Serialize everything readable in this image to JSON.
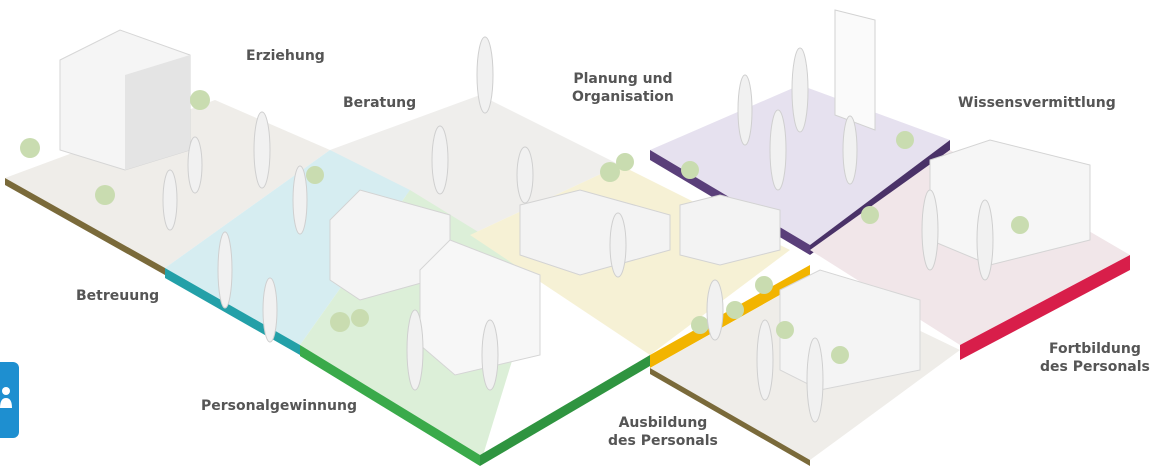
{
  "labels": {
    "erziehung": "Erziehung",
    "beratung": "Beratung",
    "planung": "Planung und\nOrganisation",
    "wissensvermittlung": "Wissensvermittlung",
    "betreuung": "Betreuung",
    "personalgewinnung": "Personalgewinnung",
    "ausbildung": "Ausbildung\ndes Personals",
    "fortbildung": "Fortbildung\ndes Personals"
  },
  "colors": {
    "betreuung": "#7a6a3a",
    "personalgewinnung": "#23a0a8",
    "ausbildung": "#3aaa4a",
    "planung": "#f2b400",
    "wissensvermittlung": "#5a3f7a",
    "fortbildung": "#d81e4a",
    "text": "#555555",
    "accessibility": "#1e8fd0"
  },
  "icons": {
    "accessibility": "person-icon"
  }
}
